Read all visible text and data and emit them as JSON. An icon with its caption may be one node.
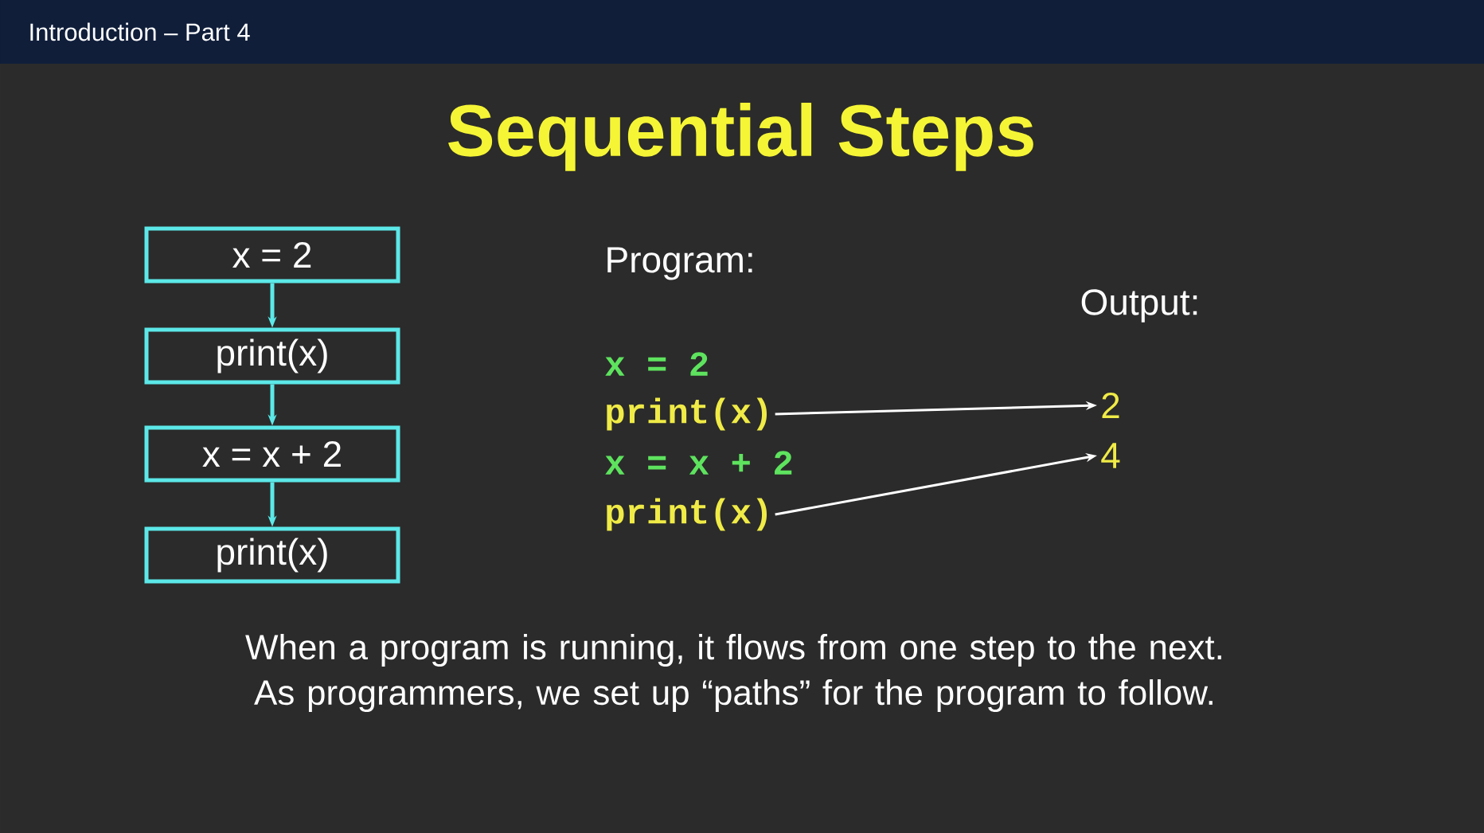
{
  "diagram": {
    "title": "Sequential Steps",
    "caption": "When a program is running, it flows from one step to the next. As programmers, we set up “paths” for the program to follow.",
    "nodes": [
      {
        "text": [
          "x = 2"
        ]
      },
      {
        "text": [
          "print(x)"
        ]
      },
      {
        "text": [
          "x = x + 2"
        ]
      },
      {
        "text": [
          "print(x)"
        ]
      },
      {
        "text": [
          "print(x)"
        ]
      },
      {
        "text": [
          "2"
        ]
      },
      {
        "text": [
          "print(x)"
        ]
      },
      {
        "text": [
          "4"
        ]
      }
    ],
    "edges": [
      {
        "from": 0,
        "to": 1,
        "arrow": "to"
      },
      {
        "from": 1,
        "to": 2,
        "arrow": "to"
      },
      {
        "from": 2,
        "to": 3,
        "arrow": "to"
      },
      {
        "from": 4,
        "to": 5,
        "arrow": "to",
        "color": "#ffffff"
      },
      {
        "from": 6,
        "to": 7,
        "arrow": "to",
        "color": "#ffffff"
      }
    ],
    "labels": [
      "Introduction – Part 4",
      "Program:",
      "Output:",
      "x = 2",
      "x = x + 2"
    ]
  }
}
